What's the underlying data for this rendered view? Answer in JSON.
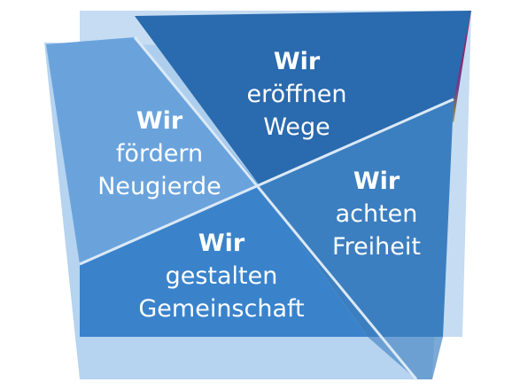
{
  "segments": {
    "top": {
      "head": "Wir",
      "lines": [
        "eröffnen",
        "Wege"
      ]
    },
    "left": {
      "head": "Wir",
      "lines": [
        "fördern",
        "Neugierde"
      ]
    },
    "right": {
      "head": "Wir",
      "lines": [
        "achten",
        "Freiheit"
      ]
    },
    "bottom": {
      "head": "Wir",
      "lines": [
        "gestalten",
        "Gemeinschaft"
      ]
    }
  },
  "colors": {
    "backdrop_light": "#c5dcf2",
    "backdrop_mid": "#9ec2e9",
    "panel_top": "#2a6aae",
    "panel_left": "#6aa3dc",
    "panel_right": "#3c7fc0",
    "panel_bottom": "#3a83cb",
    "divider": "#dbe9f7",
    "rainbow": [
      "#fde200",
      "#f39200",
      "#e6332a",
      "#a2195b",
      "#6a3f8f",
      "#3a83cb",
      "#95c11f"
    ]
  }
}
